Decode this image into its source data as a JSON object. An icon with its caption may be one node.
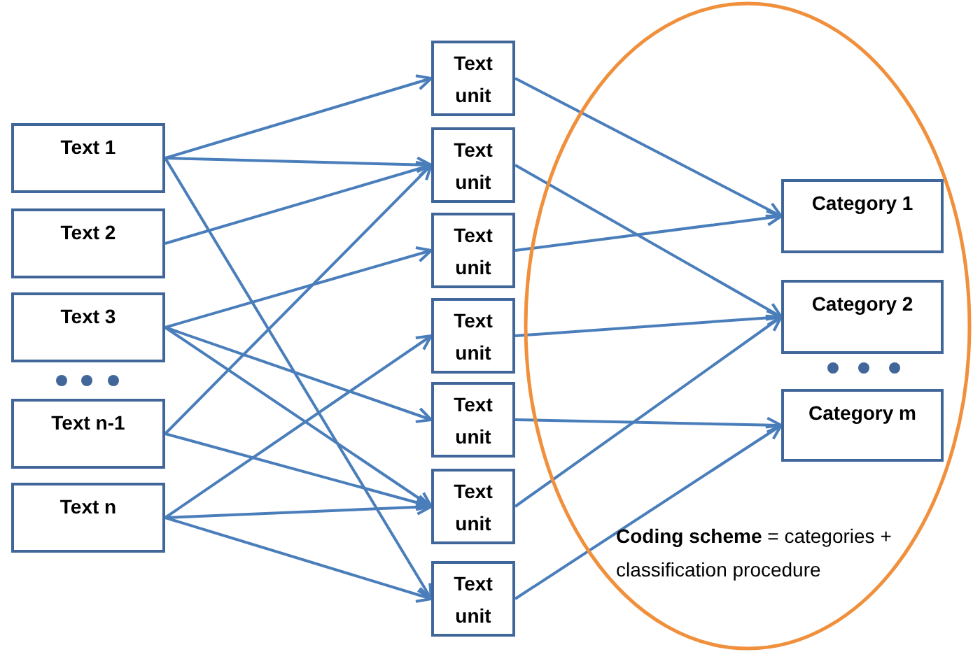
{
  "diagram": {
    "nodes": [
      {
        "text": [
          "Text 1"
        ]
      },
      {
        "text": [
          "Text 2"
        ]
      },
      {
        "text": [
          "Text 3"
        ]
      },
      {
        "text": [
          "Text n-1"
        ]
      },
      {
        "text": [
          "Text n"
        ]
      },
      {
        "text": [
          "Text unit"
        ]
      },
      {
        "text": [
          "Text unit"
        ]
      },
      {
        "text": [
          "Text unit"
        ]
      },
      {
        "text": [
          "Text unit"
        ]
      },
      {
        "text": [
          "Text unit"
        ]
      },
      {
        "text": [
          "Text unit"
        ]
      },
      {
        "text": [
          "Text unit"
        ]
      },
      {
        "text": [
          "**Coding scheme** = categories + classification procedure"
        ]
      },
      {
        "text": [
          "Category 1"
        ],
        "in": 12
      },
      {
        "text": [
          "Category 2"
        ],
        "in": 12
      },
      {
        "text": [
          "Category m"
        ],
        "in": 12
      }
    ],
    "edges": [
      {
        "from": 0,
        "to": 5,
        "arrow": "to"
      },
      {
        "from": 0,
        "to": 6,
        "arrow": "to"
      },
      {
        "from": 0,
        "to": 11,
        "arrow": "to"
      },
      {
        "from": 1,
        "to": 6,
        "arrow": "to"
      },
      {
        "from": 2,
        "to": 7,
        "arrow": "to"
      },
      {
        "from": 2,
        "to": 9,
        "arrow": "to"
      },
      {
        "from": 2,
        "to": 10,
        "arrow": "to"
      },
      {
        "from": 3,
        "to": 6,
        "arrow": "to"
      },
      {
        "from": 3,
        "to": 10,
        "arrow": "to"
      },
      {
        "from": 4,
        "to": 8,
        "arrow": "to"
      },
      {
        "from": 4,
        "to": 10,
        "arrow": "to"
      },
      {
        "from": 4,
        "to": 11,
        "arrow": "to"
      },
      {
        "from": 5,
        "to": 13,
        "arrow": "to"
      },
      {
        "from": 6,
        "to": 14,
        "arrow": "to"
      },
      {
        "from": 7,
        "to": 13,
        "arrow": "to"
      },
      {
        "from": 8,
        "to": 14,
        "arrow": "to"
      },
      {
        "from": 9,
        "to": 15,
        "arrow": "to"
      },
      {
        "from": 10,
        "to": 14,
        "arrow": "to"
      },
      {
        "from": 11,
        "to": 15,
        "arrow": "to"
      }
    ]
  }
}
